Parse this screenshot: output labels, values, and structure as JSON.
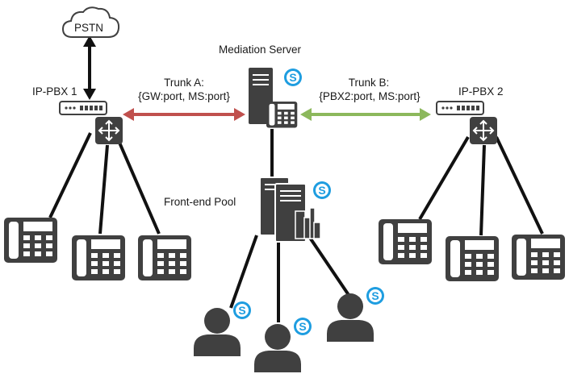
{
  "labels": {
    "pstn": "PSTN",
    "mediation_server": "Mediation Server",
    "ip_pbx_1": "IP-PBX 1",
    "ip_pbx_2": "IP-PBX 2",
    "trunk_a_title": "Trunk A:",
    "trunk_a_detail": "{GW:port, MS:port}",
    "trunk_b_title": "Trunk B:",
    "trunk_b_detail": "{PBX2:port, MS:port}",
    "front_end_pool": "Front-end Pool"
  },
  "icons": [
    "cloud-icon",
    "server-icon",
    "skype-icon",
    "phone-icon",
    "pbx-device-icon",
    "router-icon",
    "user-icon",
    "building-icon"
  ],
  "colors": {
    "device": "#404040",
    "trunk_a": "#c0504d",
    "trunk_b": "#8cb85c",
    "skype": "#1e9de0",
    "line": "#111111"
  }
}
